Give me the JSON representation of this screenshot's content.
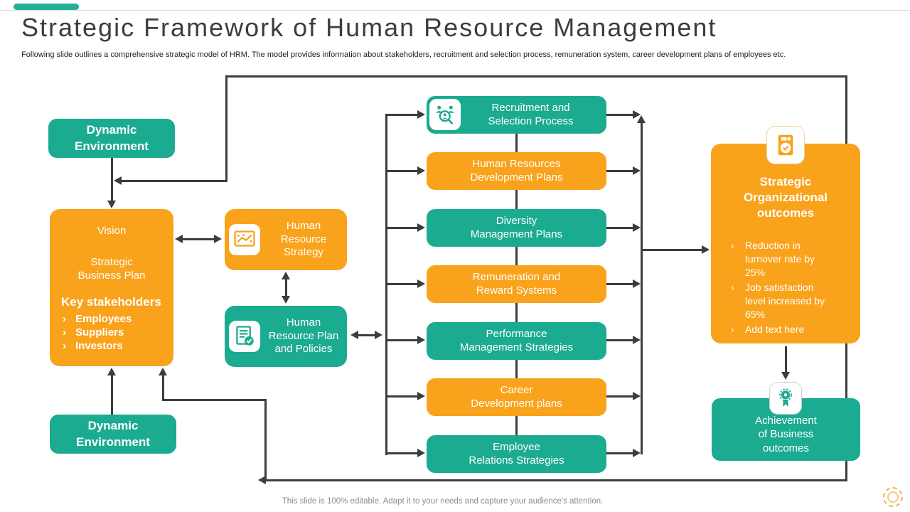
{
  "slide": {
    "title": "Strategic Framework of Human Resource Management",
    "subtitle": "Following slide outlines a comprehensive strategic model of HRM.  The model provides information about stakeholders, recruitment and selection process, remuneration system, career development plans of employees etc.",
    "footer": "This slide is 100% editable. Adapt it to your needs and capture your audience's attention.",
    "bullet_char": "›"
  },
  "colors": {
    "teal": "#1BAB90",
    "orange": "#F9A21B",
    "line": "#3D3D3D"
  },
  "environment": {
    "top_label": "Dynamic\nEnvironment",
    "bottom_label": "Dynamic\nEnvironment"
  },
  "vision": {
    "title": "Vision",
    "subtitle": "Strategic\nBusiness Plan",
    "stakeholders_heading": "Key stakeholders",
    "stakeholders": [
      "Employees",
      "Suppliers",
      "Investors"
    ]
  },
  "strategy": {
    "hr_strategy": "Human\nResource\nStrategy",
    "hr_plan": "Human\nResource Plan\nand Policies"
  },
  "flow": {
    "steps": [
      {
        "label": "Recruitment and\nSelection Process"
      },
      {
        "label": "Human Resources\nDevelopment Plans"
      },
      {
        "label": "Diversity\nManagement Plans"
      },
      {
        "label": "Remuneration and\nReward Systems"
      },
      {
        "label": "Performance\nManagement Strategies"
      },
      {
        "label": "Career\nDevelopment plans"
      },
      {
        "label": "Employee\nRelations Strategies"
      }
    ]
  },
  "outcomes": {
    "title": "Strategic\nOrganizational\noutcomes",
    "bullets": [
      "Reduction in turnover  rate by 25%",
      "Job satisfaction level increased by 65%",
      "Add text here"
    ]
  },
  "achievement": {
    "label": "Achievement\nof Business\noutcomes"
  }
}
